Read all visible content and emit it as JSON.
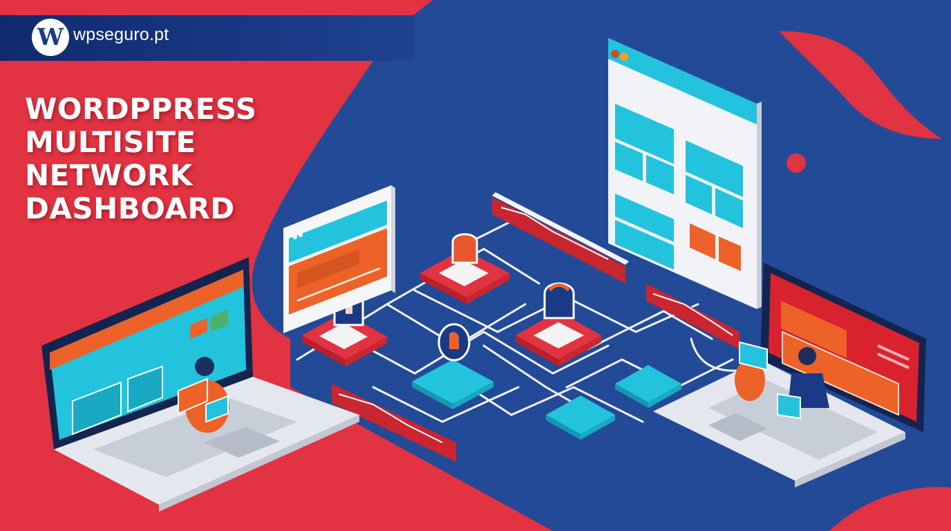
{
  "brand": {
    "logo_letter": "W",
    "site_name": "wpseguro.pt"
  },
  "headline": {
    "lines": [
      "WORDPPRESS",
      "MULTISITE",
      "NETWORK",
      "DASHBOARD"
    ]
  },
  "colors": {
    "background_blue": "#234a97",
    "accent_red": "#e23342",
    "logo_bar_navy": "#13327a",
    "cyan": "#23c3dd",
    "orange": "#ec6228",
    "laptop_silver": "#e4e8ee",
    "bezel_navy": "#13254f"
  },
  "illustration": {
    "elements": [
      "left-laptop-with-user",
      "right-laptop-with-users",
      "floating-browser-window-center-left",
      "floating-browser-window-top-right",
      "network-server-nodes-red",
      "network-server-nodes-cyan",
      "padlock-shields",
      "firewall-barriers",
      "connection-lines"
    ]
  }
}
